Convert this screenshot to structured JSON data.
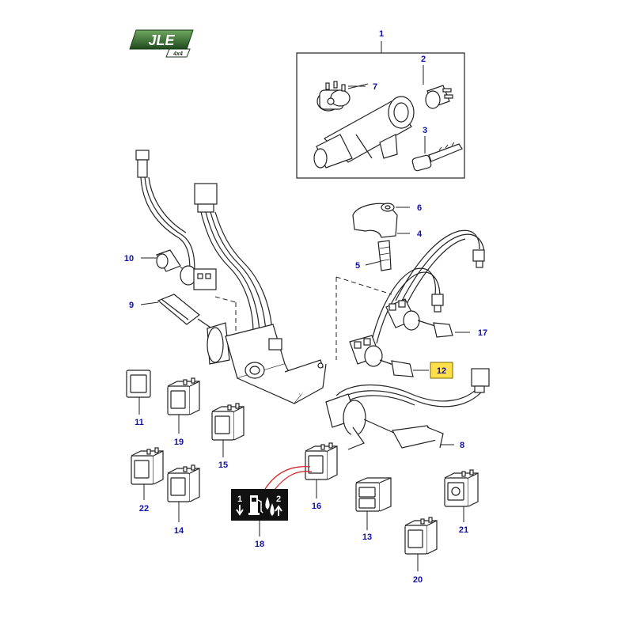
{
  "logo": {
    "brand": "JLE",
    "sub": "4x4",
    "color": "#2e5e2a"
  },
  "colors": {
    "label": "#1010a8",
    "line": "#222222",
    "highlight_fill": "#ffe04a",
    "highlight_stroke": "#7a6a00",
    "wire_red": "#d42020"
  },
  "parts": [
    {
      "id": "1"
    },
    {
      "id": "2"
    },
    {
      "id": "3"
    },
    {
      "id": "4"
    },
    {
      "id": "5"
    },
    {
      "id": "6"
    },
    {
      "id": "7"
    },
    {
      "id": "8"
    },
    {
      "id": "9"
    },
    {
      "id": "10"
    },
    {
      "id": "11"
    },
    {
      "id": "12",
      "highlighted": true
    },
    {
      "id": "13"
    },
    {
      "id": "14"
    },
    {
      "id": "15"
    },
    {
      "id": "16"
    },
    {
      "id": "17"
    },
    {
      "id": "18"
    },
    {
      "id": "19"
    },
    {
      "id": "20"
    },
    {
      "id": "21"
    },
    {
      "id": "22"
    }
  ],
  "fuel_panel": {
    "left_digit": "1",
    "right_digit": "2"
  }
}
